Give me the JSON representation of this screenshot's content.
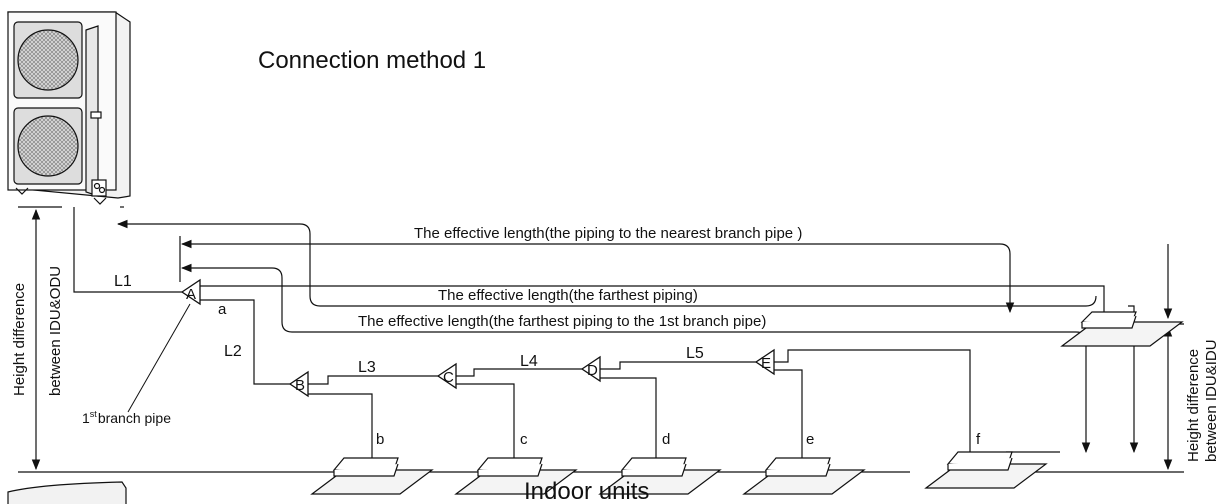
{
  "title": "Connection method 1",
  "footer_label": "Indoor units",
  "left_dimension": {
    "line1": "Height difference",
    "line2": "between IDU&ODU"
  },
  "right_dimension": {
    "line1": "Height difference",
    "line2": "between IDU&IDU"
  },
  "effective_lengths": {
    "nearest": "The effective length(the piping to the nearest branch pipe )",
    "farthest": "The effective length(the farthest piping)",
    "first_branch": "The effective length(the farthest piping to the 1st branch pipe)"
  },
  "first_branch_label": {
    "prefix": "1",
    "superscript": "st",
    "text": "branch pipe"
  },
  "pipe_segments": [
    "L1",
    "L2",
    "L3",
    "L4",
    "L5"
  ],
  "branch_joints": [
    "A",
    "B",
    "C",
    "D",
    "E"
  ],
  "indoor_unit_labels": [
    "a",
    "b",
    "c",
    "d",
    "e",
    "f"
  ]
}
